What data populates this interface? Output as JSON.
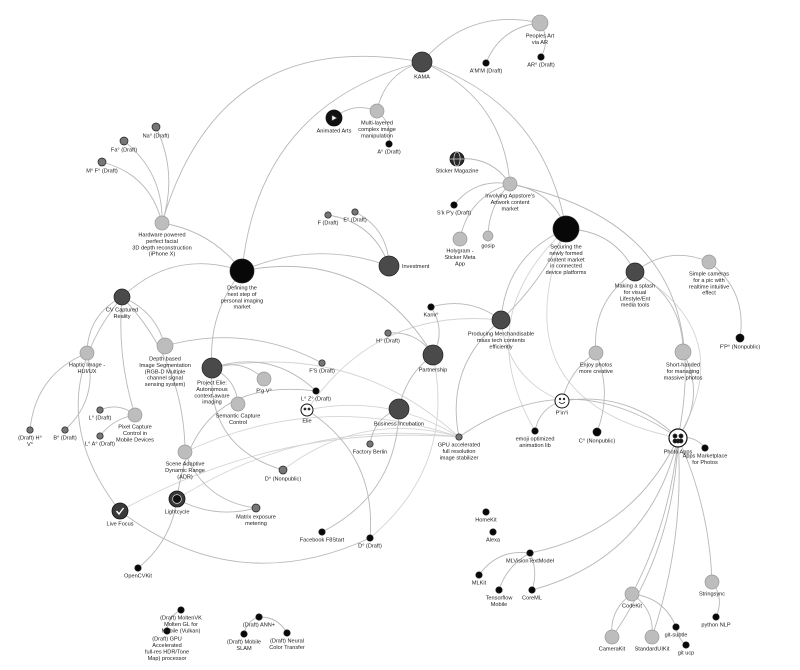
{
  "colors": {
    "black": "#080808",
    "dark": "#4a4a4a",
    "mid": "#767676",
    "light": "#bdbdbd",
    "edge": "#b8b8b8"
  },
  "nodes": [
    {
      "id": "peoples-art",
      "label": "Peoples Art\nvia AR",
      "tone": "light"
    },
    {
      "id": "ama",
      "label": "A'M'M (Draft)",
      "tone": "black"
    },
    {
      "id": "ar-draft",
      "label": "AR° (Draft)",
      "tone": "black"
    },
    {
      "id": "kama",
      "label": "KAMA",
      "tone": "dark"
    },
    {
      "id": "animated-arts",
      "label": "Animated Arts",
      "tone": "black",
      "icon": "play-icon"
    },
    {
      "id": "multi-layered",
      "label": "Multi-layered\ncomplex image\nmanipulation",
      "tone": "light"
    },
    {
      "id": "a-draft",
      "label": "A° (Draft)",
      "tone": "black"
    },
    {
      "id": "sticker-magazine",
      "label": "Sticker Magazine",
      "tone": "dark",
      "icon": "globe-icon"
    },
    {
      "id": "involving-appstore",
      "label": "Involving Appstore's\nArtwork content\nmarket",
      "tone": "light"
    },
    {
      "id": "s-draft",
      "label": "S'k P'y (Draft)",
      "tone": "black"
    },
    {
      "id": "holygram",
      "label": "Holygram -\nSticker Meta\nApp",
      "tone": "light"
    },
    {
      "id": "gosip",
      "label": "gosip",
      "tone": "light"
    },
    {
      "id": "securing",
      "label": "Securing the\nnewly formed\ncontent market\nin connected\ndevice platforms",
      "tone": "black"
    },
    {
      "id": "making-splash",
      "label": "Making a splash\nfor visual\nLifestyle/Ent\nmedia tools",
      "tone": "dark"
    },
    {
      "id": "simple-cameras",
      "label": "Simple cameras\nfor a pic with\nrealtime intuitive\neffect",
      "tone": "light"
    },
    {
      "id": "fp-nonpublic",
      "label": "F'P° (Nonpublic)",
      "tone": "black"
    },
    {
      "id": "na-draft",
      "label": "Na° (Draft)",
      "tone": "mid"
    },
    {
      "id": "fa-draft",
      "label": "Fa° (Draft)",
      "tone": "mid"
    },
    {
      "id": "mf-draft",
      "label": "M° F° (Draft)",
      "tone": "mid"
    },
    {
      "id": "hardware",
      "label": "Hardware powered\nperfect facial\n3D depth reconstruction\n(iPhone X)",
      "tone": "light"
    },
    {
      "id": "f-draft",
      "label": "F (Draft)",
      "tone": "mid"
    },
    {
      "id": "e-draft",
      "label": "E° (Draft)",
      "tone": "mid"
    },
    {
      "id": "defining",
      "label": "Defining the\nnext step of\npersonal imaging\nmarket",
      "tone": "black"
    },
    {
      "id": "investment",
      "label": "Investment",
      "tone": "dark"
    },
    {
      "id": "cv-captured",
      "label": "CV Captured\nReality",
      "tone": "dark"
    },
    {
      "id": "producing",
      "label": "Producing Merchandisable\nmass tech contents\nefficiently",
      "tone": "dark"
    },
    {
      "id": "kanv",
      "label": "Kanv°",
      "tone": "black"
    },
    {
      "id": "h-draft",
      "label": "H° (Draft)",
      "tone": "mid"
    },
    {
      "id": "partnership",
      "label": "Partnership",
      "tone": "dark"
    },
    {
      "id": "haptic",
      "label": "Haptic Image -\nHUI/UX",
      "tone": "light"
    },
    {
      "id": "depth-based",
      "label": "Depth based\nImage Segmentation\n(RGB-D Multiple\nchannel signal\nsensing system)",
      "tone": "light"
    },
    {
      "id": "project-elie",
      "label": "Project Elie:\nAutonomous\ncontext-aware\nimaging",
      "tone": "dark"
    },
    {
      "id": "pv-node",
      "label": "P'g V°",
      "tone": "light"
    },
    {
      "id": "semantic",
      "label": "Semantic Capture\nControl",
      "tone": "light"
    },
    {
      "id": "fs-draft",
      "label": "F'S (Draft)",
      "tone": "mid"
    },
    {
      "id": "lz-draft",
      "label": "L° Z° (Draft)",
      "tone": "black"
    },
    {
      "id": "elie",
      "label": "Elie",
      "tone": "white",
      "icon": "face-icon"
    },
    {
      "id": "business-incubation",
      "label": "Business Incubation",
      "tone": "dark"
    },
    {
      "id": "factory-berlin",
      "label": "Factory Berlin",
      "tone": "mid"
    },
    {
      "id": "gpu",
      "label": "GPU accelerated\nfull resolution\nimage stabilizer",
      "tone": "mid"
    },
    {
      "id": "enjoy-photos",
      "label": "Enjoy photos\nmore creative",
      "tone": "light"
    },
    {
      "id": "shortcut",
      "label": "Short-handed\nfor managing\nmassive photos",
      "tone": "light"
    },
    {
      "id": "pin",
      "label": "P'in°i",
      "tone": "white",
      "icon": "smile-icon"
    },
    {
      "id": "emoji",
      "label": "emoji optimized\nanimation lib",
      "tone": "black"
    },
    {
      "id": "c-nonpublic",
      "label": "C° (Nonpublic)",
      "tone": "black"
    },
    {
      "id": "photo-apps",
      "label": "Photo Apps",
      "tone": "white",
      "icon": "photos-icon"
    },
    {
      "id": "apps-marketplace",
      "label": "Apps Marketplace\nfor Photos",
      "tone": "black"
    },
    {
      "id": "draft-hv",
      "label": "(Draft) H°\nV°",
      "tone": "mid"
    },
    {
      "id": "b-draft",
      "label": "B° (Draft)",
      "tone": "mid"
    },
    {
      "id": "l-draft",
      "label": "L° (Draft)",
      "tone": "mid"
    },
    {
      "id": "la-draft",
      "label": "L° A° (Draft)",
      "tone": "mid"
    },
    {
      "id": "pixel-capture",
      "label": "Pixel Capture\nControl in\nMobile Devices",
      "tone": "light"
    },
    {
      "id": "scene-adaptive",
      "label": "Scene Adaptive\nDynamic Range\n(ADR)",
      "tone": "light"
    },
    {
      "id": "d-nonpublic",
      "label": "D° (Nonpublic)",
      "tone": "mid"
    },
    {
      "id": "live-focus",
      "label": "Live Focus",
      "tone": "dark",
      "icon": "check-icon"
    },
    {
      "id": "lightcycle",
      "label": "Lightcycle",
      "tone": "dark",
      "icon": "lens-icon"
    },
    {
      "id": "matrix",
      "label": "Matrix exposure\nmetering",
      "tone": "mid"
    },
    {
      "id": "facebook",
      "label": "Facebook F8Start",
      "tone": "black"
    },
    {
      "id": "d-draft",
      "label": "D° (Draft)",
      "tone": "black"
    },
    {
      "id": "opencvkit",
      "label": "OpenCVKit",
      "tone": "black"
    },
    {
      "id": "homekit",
      "label": "HomeKit",
      "tone": "black"
    },
    {
      "id": "alexa",
      "label": "Alexa",
      "tone": "black"
    },
    {
      "id": "mlvision",
      "label": "MLVisionTextModel",
      "tone": "black"
    },
    {
      "id": "mlkit",
      "label": "MLKit",
      "tone": "black"
    },
    {
      "id": "tensorflow",
      "label": "Tensorflow\nMobile",
      "tone": "black"
    },
    {
      "id": "coreml",
      "label": "CoreML",
      "tone": "black"
    },
    {
      "id": "draft-molten",
      "label": "(Draft) MoltenVK\nMolten GL for\nMobile (Vulkan)",
      "tone": "black"
    },
    {
      "id": "draft-gpu",
      "label": "(Draft) GPU\nAccelerated\nfull-res HDR/Tone\nMap) processor",
      "tone": "black"
    },
    {
      "id": "draft-ann",
      "label": "(Draft) ANN+",
      "tone": "black"
    },
    {
      "id": "draft-slam",
      "label": "(Draft) Mobile\nSLAM",
      "tone": "black"
    },
    {
      "id": "draft-neural",
      "label": "(Draft) Neural\nColor Transfer",
      "tone": "black"
    },
    {
      "id": "codekit",
      "label": "CodeKit",
      "tone": "light"
    },
    {
      "id": "camerakit",
      "label": "CameraKit",
      "tone": "light"
    },
    {
      "id": "standard-uikit",
      "label": "StandardUIKit",
      "tone": "light"
    },
    {
      "id": "git-subtle",
      "label": "git-subtle",
      "tone": "black"
    },
    {
      "id": "git-ucp",
      "label": "git ucp",
      "tone": "black"
    },
    {
      "id": "stringsync",
      "label": "Stringsync",
      "tone": "light"
    },
    {
      "id": "python-nlp",
      "label": "python NLP",
      "tone": "black"
    }
  ]
}
